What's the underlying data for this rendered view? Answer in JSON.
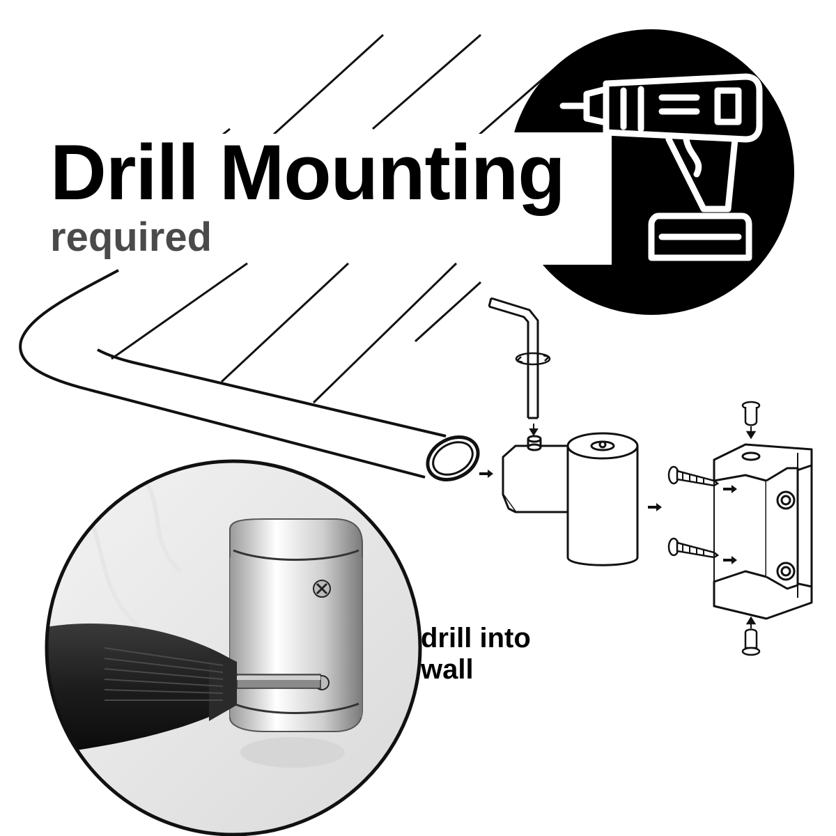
{
  "title": "Drill Mounting",
  "subtitle": "required",
  "caption": "drill into wall",
  "colors": {
    "ink": "#111111",
    "title_text": "#000000",
    "subtitle_text": "#4a4a4a",
    "badge_background": "#000000",
    "background": "#ffffff"
  },
  "icons": {
    "badge": "cordless-drill-icon",
    "rotate": "rotate-arrow-icon",
    "tool": "allen-key-icon"
  }
}
